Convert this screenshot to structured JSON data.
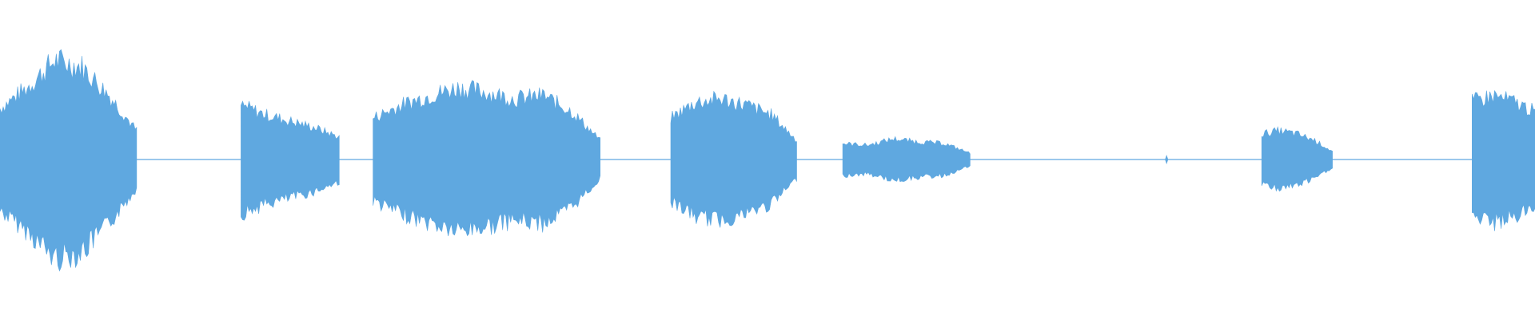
{
  "waveform": {
    "color": "#5fa8e0",
    "baseline_color": "#5fa8e0",
    "segments": [
      {
        "start": 0.0,
        "end": 0.089,
        "peak": 0.62,
        "shape": [
          0.32,
          0.45,
          0.62,
          0.58,
          0.4,
          0.18
        ]
      },
      {
        "start": 0.157,
        "end": 0.221,
        "peak": 0.34,
        "shape": [
          0.34,
          0.28,
          0.24,
          0.2,
          0.14
        ]
      },
      {
        "start": 0.243,
        "end": 0.391,
        "peak": 0.45,
        "shape": [
          0.26,
          0.34,
          0.4,
          0.45,
          0.42,
          0.38,
          0.4,
          0.3,
          0.12
        ]
      },
      {
        "start": 0.437,
        "end": 0.519,
        "peak": 0.38,
        "shape": [
          0.26,
          0.36,
          0.38,
          0.34,
          0.28,
          0.12
        ]
      },
      {
        "start": 0.549,
        "end": 0.632,
        "peak": 0.15,
        "shape": [
          0.1,
          0.09,
          0.13,
          0.11,
          0.1,
          0.04
        ]
      },
      {
        "start": 0.822,
        "end": 0.868,
        "peak": 0.18,
        "shape": [
          0.16,
          0.18,
          0.16,
          0.12,
          0.05
        ]
      },
      {
        "start": 0.959,
        "end": 1.0,
        "peak": 0.4,
        "shape": [
          0.36,
          0.4,
          0.36,
          0.3
        ]
      }
    ],
    "markers": [
      {
        "position": 0.76,
        "amplitude": 0.03
      }
    ]
  }
}
